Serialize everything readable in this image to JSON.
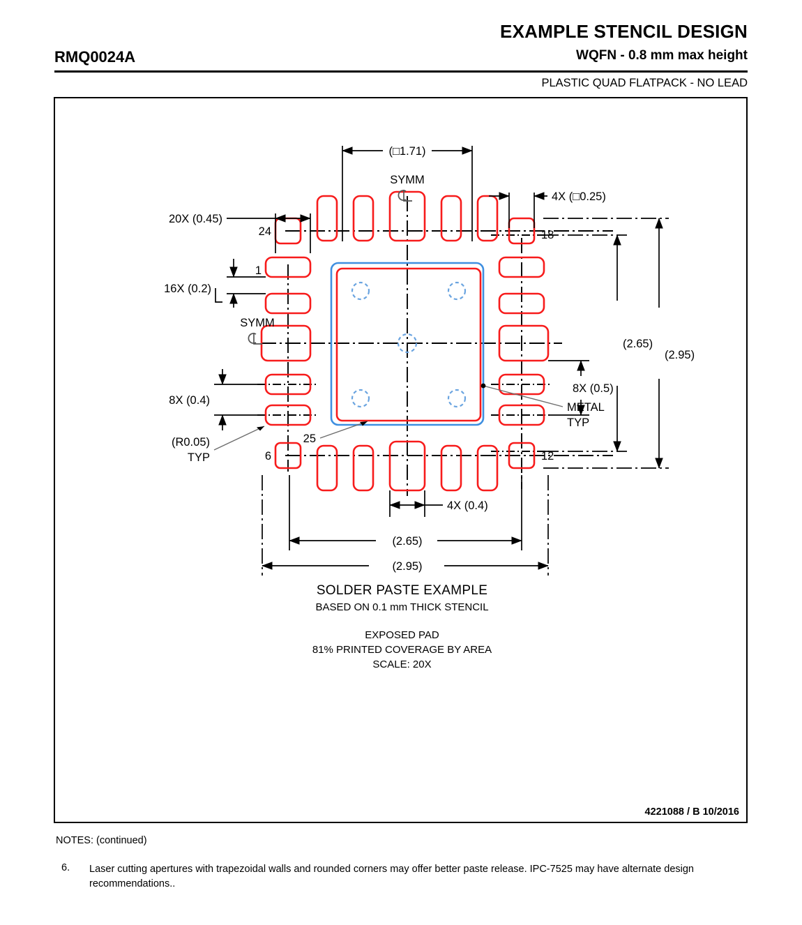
{
  "header": {
    "part_number": "RMQ0024A",
    "title": "EXAMPLE STENCIL DESIGN",
    "subtitle": "WQFN - 0.8 mm max height",
    "package_family": "PLASTIC QUAD FLATPACK - NO LEAD"
  },
  "drawing": {
    "number": "4221088 / B   10/2016",
    "caption": {
      "title": "SOLDER PASTE EXAMPLE",
      "subtitle": "BASED ON 0.1 mm THICK STENCIL",
      "pad_label": "EXPOSED PAD",
      "coverage": "81% PRINTED COVERAGE BY AREA",
      "scale": "SCALE: 20X"
    },
    "annotations": {
      "top_width": "(□1.71)",
      "symm_top": "SYMM",
      "symm_left": "SYMM",
      "symm_glyph": "℄",
      "corner_aperture": "4X (□0.25)",
      "pad_length": "20X (0.45)",
      "pad_width": "16X (0.2)",
      "pitch_left": "8X (0.4)",
      "pitch_right": "8X (0.5)",
      "pitch_bottom": "4X (0.4)",
      "corner_radius_1": "(R0.05)",
      "corner_radius_2": "TYP",
      "metal_1": "METAL",
      "metal_2": "TYP",
      "dim_inner_v": "(2.65)",
      "dim_outer_v": "(2.95)",
      "dim_inner_h": "(2.65)",
      "dim_outer_h": "(2.95)"
    },
    "pin_labels": {
      "pin_24": "24",
      "pin_1": "1",
      "pin_6": "6",
      "pin_12": "12",
      "pin_18": "18",
      "pin_25": "25"
    },
    "colors": {
      "paste_red": "#f71b1b",
      "metal_blue": "#3f8fe0",
      "via_blue": "#6aa4e0",
      "line_black": "#000000",
      "leader_gray": "#6d6d6d"
    }
  },
  "notes": {
    "heading": "NOTES: (continued)",
    "items": [
      {
        "number": "6.",
        "text": "Laser cutting apertures with trapezoidal walls and rounded corners may offer better paste release. IPC-7525 may have alternate design recommendations.."
      }
    ]
  }
}
